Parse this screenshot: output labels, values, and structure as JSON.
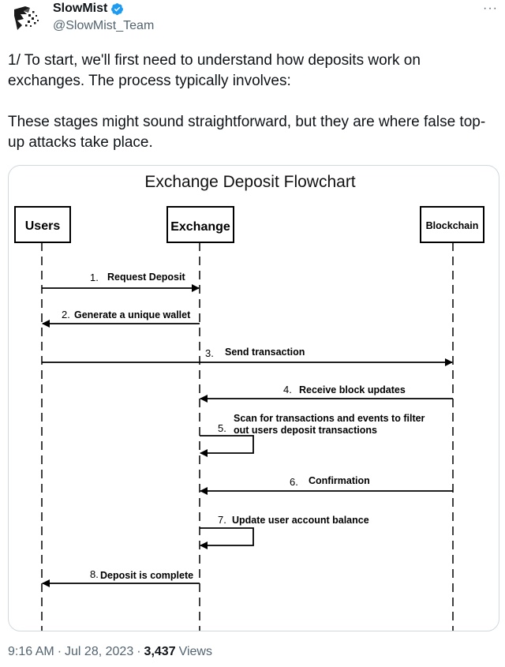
{
  "author": {
    "display_name": "SlowMist",
    "handle": "@SlowMist_Team",
    "verified": true,
    "avatar_icon": "slowmist-logo-icon",
    "more_icon": "more-options-icon"
  },
  "tweet": {
    "paragraph_1": "1/ To start, we'll first need to understand how deposits work on exchanges. The process typically involves:",
    "paragraph_2": "These stages might sound straightforward, but they are where false top-up attacks take place."
  },
  "diagram": {
    "title": "Exchange Deposit Flowchart",
    "actors": {
      "users": "Users",
      "exchange": "Exchange",
      "blockchain": "Blockchain"
    },
    "steps": [
      {
        "num": "1.",
        "label": "Request Deposit"
      },
      {
        "num": "2.",
        "label": "Generate a unique wallet"
      },
      {
        "num": "3.",
        "label": "Send transaction"
      },
      {
        "num": "4.",
        "label": "Receive block updates"
      },
      {
        "num": "5.",
        "label_line1": "Scan for transactions and events to filter",
        "label_line2": "out users deposit transactions"
      },
      {
        "num": "6.",
        "label": "Confirmation"
      },
      {
        "num": "7.",
        "label": "Update user account balance"
      },
      {
        "num": "8.",
        "label": "Deposit is complete"
      }
    ]
  },
  "footer": {
    "time": "9:16 AM",
    "sep1": "·",
    "date": "Jul 28, 2023",
    "sep2": "·",
    "views_count": "3,437",
    "views_label": "Views"
  },
  "colors": {
    "text": "#0f1419",
    "secondary": "#536471",
    "verified": "#1d9bf0",
    "border": "#cfd9de"
  }
}
